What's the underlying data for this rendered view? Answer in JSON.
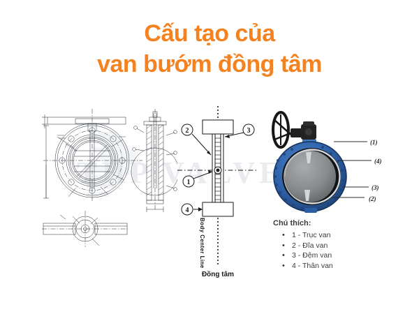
{
  "title": {
    "line1": "Cấu tạo của",
    "line2": "van bướm đồng tâm",
    "color": "#f58220"
  },
  "watermark": {
    "text": "THP VALVE",
    "color": "#e9ebee"
  },
  "schematic": {
    "callouts": [
      "2",
      "3",
      "1",
      "4"
    ],
    "center_line_label": "Body Center Line",
    "caption": "Đồng tâm"
  },
  "photo": {
    "callout_labels": [
      "(1)",
      "(4)",
      "(3)",
      "(2)"
    ],
    "body_color": "#2f62a8",
    "disc_color": "#8b8d8f",
    "actuator_color": "#1c1c1c"
  },
  "legend": {
    "heading": "Chú thích:",
    "items": [
      "1 - Trục van",
      "2 - Đĩa van",
      "3 - Đệm van",
      "4 - Thân van"
    ],
    "bullet": "•"
  }
}
